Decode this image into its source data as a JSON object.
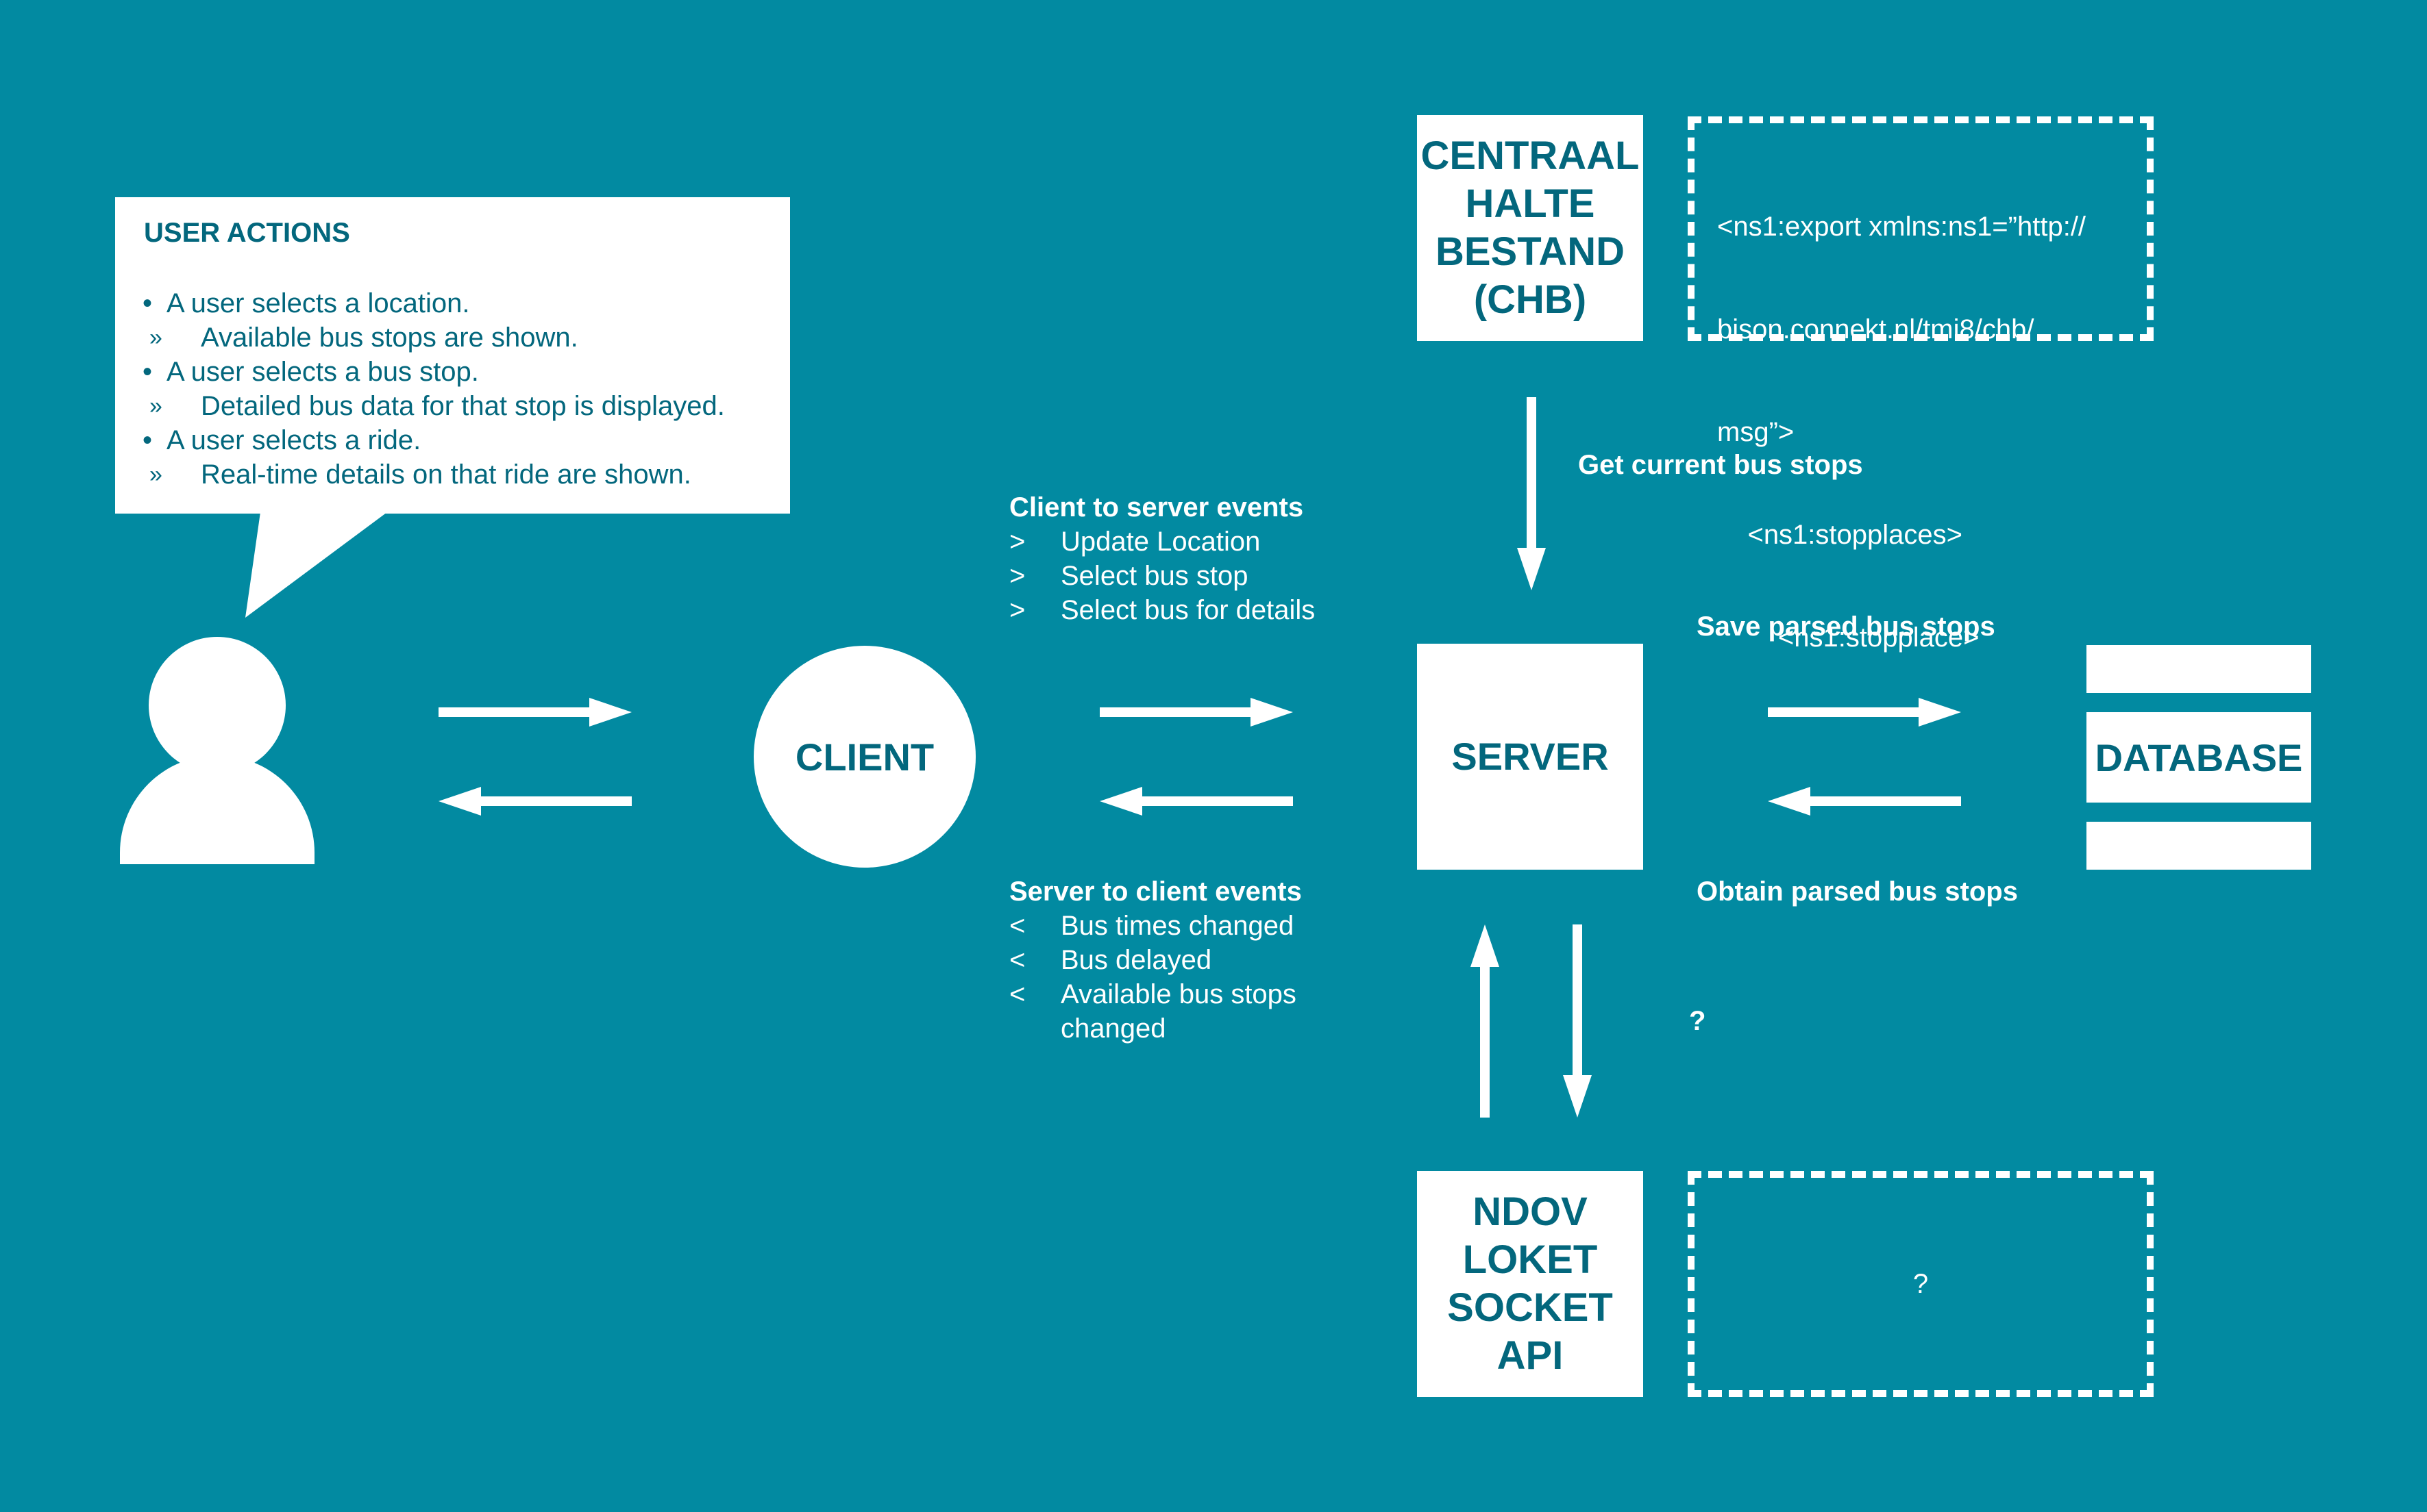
{
  "user_actions": {
    "title": "USER ACTIONS",
    "items": [
      {
        "bullet": "•",
        "text": "A user selects a location.",
        "sub": {
          "bullet": "»",
          "text": "Available bus stops are shown."
        }
      },
      {
        "bullet": "•",
        "text": "A user selects a bus stop.",
        "sub": {
          "bullet": "»",
          "text": "Detailed bus data for that stop is displayed."
        }
      },
      {
        "bullet": "•",
        "text": "A user selects a ride.",
        "sub": {
          "bullet": "»",
          "text": "Real-time details on that ride are shown."
        }
      }
    ]
  },
  "nodes": {
    "client": "CLIENT",
    "server": "SERVER",
    "database": "DATABASE",
    "chb": "CENTRAAL\nHALTE\nBESTAND\n(CHB)",
    "ndov": "NDOV\nLOKET\nSOCKET\nAPI"
  },
  "chb_snippet": {
    "lines": [
      "<ns1:export xmlns:ns1=”http://",
      "bison.connekt.nl/tmi8/chb/",
      "msg”>",
      "    <ns1:stopplaces>",
      "        <ns1:stopplace>"
    ]
  },
  "ndov_snippet": "?",
  "client_to_server": {
    "title": "Client to server events",
    "items": [
      {
        "sym": ">",
        "text": "Update Location"
      },
      {
        "sym": ">",
        "text": "Select bus stop"
      },
      {
        "sym": ">",
        "text": "Select bus for details"
      }
    ]
  },
  "server_to_client": {
    "title": "Server to client events",
    "items": [
      {
        "sym": "<",
        "text": "Bus times changed"
      },
      {
        "sym": "<",
        "text": "Bus delayed"
      },
      {
        "sym": "<",
        "text": "Available bus stops\nchanged"
      }
    ]
  },
  "edge_labels": {
    "get_current": "Get current bus stops",
    "save_parsed": "Save parsed bus stops",
    "obtain_parsed": "Obtain parsed bus stops",
    "ndov_question": "?"
  },
  "colors": {
    "background": "#028aa1",
    "box_text": "#03677d",
    "foreground": "#ffffff"
  }
}
